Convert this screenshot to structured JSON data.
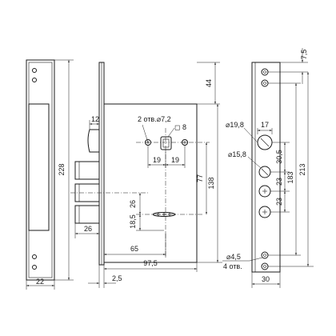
{
  "dimensions": {
    "left_plate_height": "228",
    "left_plate_width": "22",
    "bolt_projection": "26",
    "latch_offset": "12",
    "holes_label": "2 отв.⌀7,2",
    "square_label": "◻ 8",
    "hole_spacing_left": "19",
    "hole_spacing_right": "19",
    "top_offset": "44",
    "dim_77": "77",
    "dim_138": "138",
    "dim_26_vertical": "26",
    "dim_18_5": "18,5",
    "backset": "65",
    "body_depth": "97,5",
    "plate_thickness": "2,5",
    "top_hole_offset": "7,5",
    "latch_hole_label": "⌀19,8",
    "latch_hole_width": "17",
    "bolt_hole_label": "⌀15,8",
    "dim_30_5": "30,5",
    "dim_23_a": "23",
    "dim_23_b": "23",
    "dim_183": "183",
    "dim_213": "213",
    "fixing_hole_label": "⌀4,5",
    "fixing_hole_count": "4 отв.",
    "right_plate_width": "30"
  }
}
